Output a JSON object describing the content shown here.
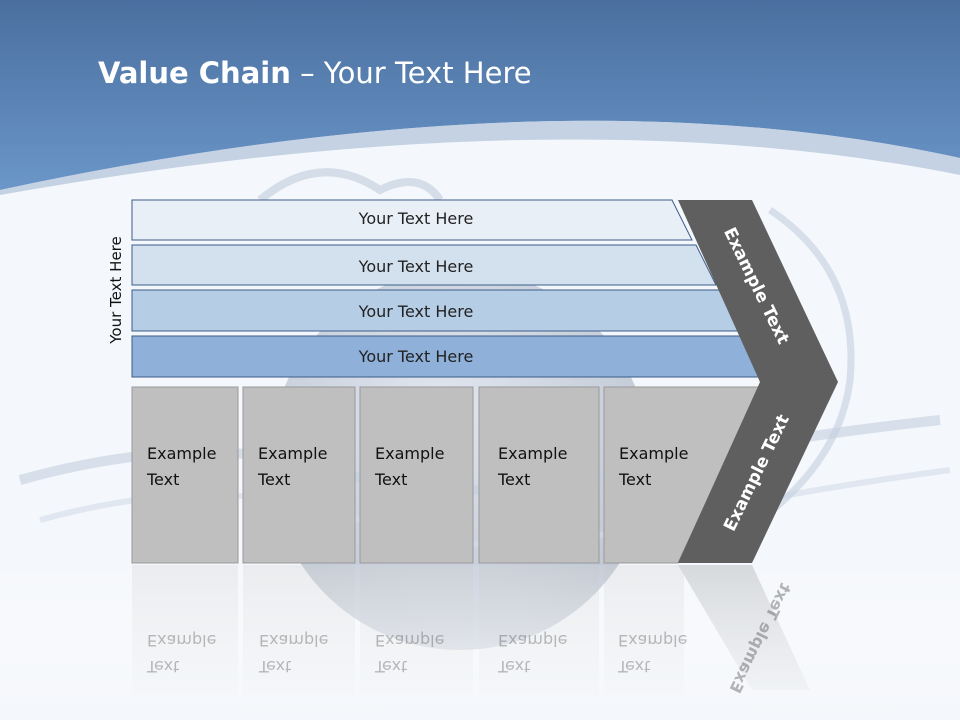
{
  "title": {
    "bold": "Value Chain",
    "rest": " – Your Text Here"
  },
  "side_label": "Your Text Here",
  "bars": [
    {
      "label": "Your Text Here"
    },
    {
      "label": "Your Text Here"
    },
    {
      "label": "Your Text Here"
    },
    {
      "label": "Your Text Here"
    }
  ],
  "columns": [
    {
      "line1": "Example",
      "line2": "Text"
    },
    {
      "line1": "Example",
      "line2": "Text"
    },
    {
      "line1": "Example",
      "line2": "Text"
    },
    {
      "line1": "Example",
      "line2": "Text"
    },
    {
      "line1": "Example",
      "line2": "Text"
    }
  ],
  "chevron": {
    "upper": "Example Text",
    "lower": "Example Text"
  },
  "colors": {
    "header_top": "#4a6f9f",
    "header_bottom": "#6a96c8",
    "bar_1": "#e8eff7",
    "bar_2": "#d3e1ef",
    "bar_3": "#b6cde6",
    "bar_4": "#8eb0d9",
    "column_fill": "#bfbfbf",
    "chevron_fill": "#5f5f5f"
  }
}
